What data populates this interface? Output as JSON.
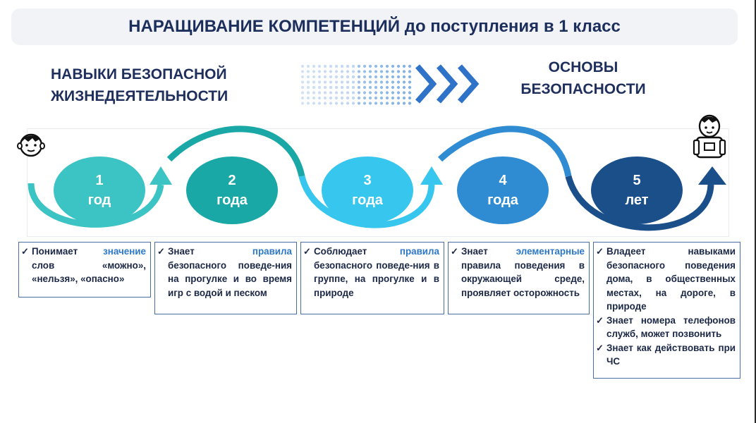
{
  "title": "НАРАЩИВАНИЕ КОМПЕТЕНЦИЙ до поступления в 1 класс",
  "heading_left": {
    "line1": "НАВЫКИ БЕЗОПАСНОЙ",
    "line2": "ЖИЗНЕДЕЯТЕЛЬНОСТИ"
  },
  "heading_right": {
    "line1": "ОСНОВЫ",
    "line2": "БЕЗОПАСНОСТИ"
  },
  "colors": {
    "teal": "#3cc3c4",
    "teal_dark": "#19a8a6",
    "sky": "#37c6ee",
    "blue": "#2f8bd2",
    "navy": "#1b4f8a",
    "title_text": "#1c2e5c"
  },
  "icons": {
    "left": "boy-face-icon",
    "right": "schoolchild-icon"
  },
  "stages": [
    {
      "num": "1",
      "unit": "год",
      "color": "#3cc3c4"
    },
    {
      "num": "2",
      "unit": "года",
      "color": "#19a8a6"
    },
    {
      "num": "3",
      "unit": "года",
      "color": "#37c6ee"
    },
    {
      "num": "4",
      "unit": "года",
      "color": "#2f8bd2"
    },
    {
      "num": "5",
      "unit": "лет",
      "color": "#1b4f8a"
    }
  ],
  "boxes": [
    {
      "items": [
        {
          "plain": "Понимает ",
          "accent": "значение",
          "rest": " слов «можно», «нельзя», «опасно»"
        }
      ]
    },
    {
      "items": [
        {
          "plain": "Знает ",
          "accent": "правила",
          "rest": " безопасного поведе-ния на прогулке и во время игр с водой и песком"
        }
      ]
    },
    {
      "items": [
        {
          "plain": "Соблюдает ",
          "accent": "правила",
          "rest": " безопасного поведе-ния в группе, на прогулке и в природе"
        }
      ]
    },
    {
      "items": [
        {
          "plain": "Знает ",
          "accent": "элементарные",
          "rest": " правила поведения в окружающей среде, проявляет осторожность"
        }
      ]
    },
    {
      "items": [
        {
          "plain": "Владеет навыками",
          "accent": "",
          "rest": " безопасного поведения дома, в общественных местах, на дороге, в природе"
        },
        {
          "plain": "Знает номера",
          "accent": "",
          "rest": " телефонов служб, может позвонить"
        },
        {
          "plain": "Знает как действовать",
          "accent": "",
          "rest": " при ЧС"
        }
      ]
    }
  ]
}
